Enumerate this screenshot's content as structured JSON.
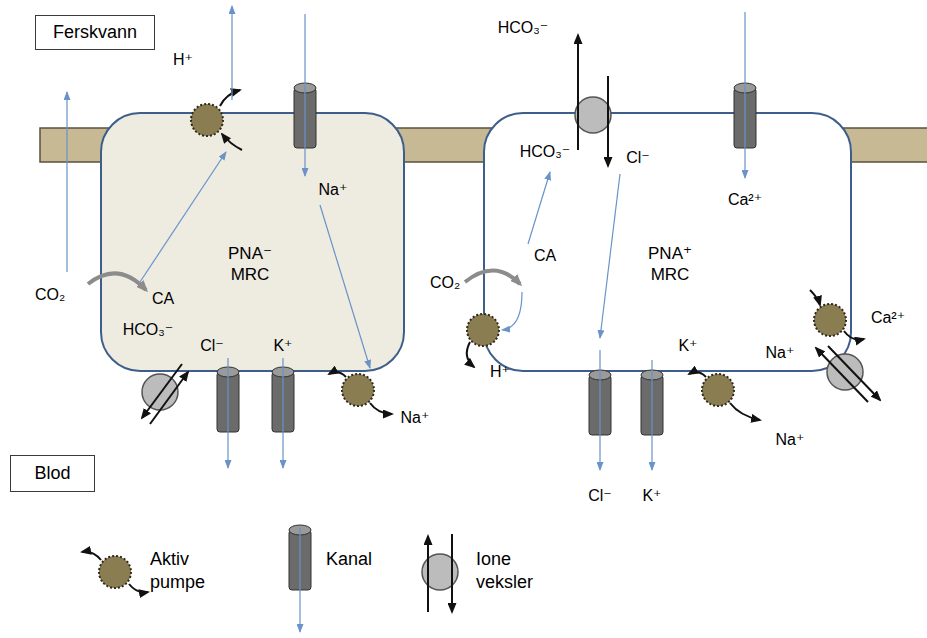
{
  "diagram": {
    "nodes": [
      {
        "text": [
          "Ferskvann"
        ]
      },
      {
        "text": [
          "PNA⁻ MRC"
        ]
      },
      {
        "text": [
          "PNA⁺ MRC"
        ]
      },
      {
        "text": [
          "Blod"
        ]
      }
    ],
    "labels": [
      "H⁺",
      "Na⁺",
      "CO₂",
      "CA",
      "HCO₃⁻",
      "Cl⁻",
      "K⁺",
      "Na⁺",
      "HCO₃⁻",
      "HCO₃⁻",
      "Cl⁻",
      "Ca²⁺",
      "CO₂",
      "CA",
      "Ca²⁺",
      "H⁺",
      "K⁺",
      "Na⁺",
      "Na⁺",
      "Cl⁻",
      "K⁺"
    ],
    "legend": [
      {
        "text": "Aktiv pumpe"
      },
      {
        "text": "Kanal"
      },
      {
        "text": "Ione veksler"
      }
    ]
  }
}
